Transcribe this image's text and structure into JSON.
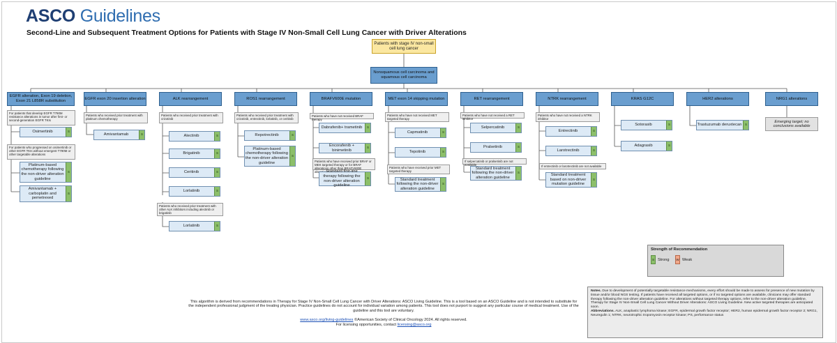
{
  "header": {
    "logo_brand": "ASCO",
    "logo_word": "Guidelines",
    "title": "Second-Line and Subsequent Treatment Options for Patients with Stage IV Non-Small Cell Lung Cancer with Driver Alterations"
  },
  "root": {
    "label": "Patients with stage IV non-small cell lung cancer"
  },
  "histology": {
    "label": "Nonsquamous cell carcinoma and squamous cell carcinoma"
  },
  "categories": {
    "egfr": "EGFR alteration, Exon 19 deletion, Exon 21 L858R substitution",
    "egfr20": "EGFR exon 20 insertion alteration",
    "alk": "ALK rearrangement",
    "ros1": "ROS1 rearrangement",
    "braf": "BRAFV600E mutation",
    "met": "MET exon 14 skipping mutation",
    "ret": "RET rearrangement",
    "ntrk": "NTRK rearrangement",
    "kras": "KRAS G12C",
    "her2": "HER2 alterations",
    "nrg1": "NRG1 alterations"
  },
  "notes": {
    "egfr_a": "For patients that develop EGFR T790M resistance alterations in tumor after first- or second-generation EGFR TKIs",
    "egfr_b": "For patients who progressed on osimertinib or other EGFR TKIs without emergent T790M or other targetable alterations",
    "egfr20": "Patients who received prior treatment with platinum chemotherapy",
    "alk_a": "Patients who received prior treatment with crizotinib",
    "alk_b": "Patients who received prior treatment with other ALK inhibitors including alectinib or brigatinib",
    "ros1": "Patients who received prior treatment with crizotinib, entrectinib, lorlatinib, or ceritinib",
    "braf_a": "Patients who have not received BRAF therapy",
    "braf_b": "Patients who have received prior BRAF or MEK targeted therapy or for BRAF alterations other than BRAFV600E alterations",
    "met_a": "Patients who have not received MET targeted therapy",
    "met_b": "Patients who have received prior MET targeted therapy",
    "ret_a": "Patients who have not received a RET inhibitor",
    "ret_b": "If selpercatinib or pralsetinib are not available",
    "ntrk_a": "Patients who have not received a NTRK inhibitor",
    "ntrk_b": "If entrectinib or larotrectinib are not available"
  },
  "drugs": {
    "osimertinib": "Osimertinib",
    "platinum_egfr": "Platinum-based chemotherapy following the non-driver alteration guideline",
    "amivantamab_combo": "Amivantamab + carboplatin and pemetrexed",
    "amivantamab": "Amivantamab",
    "alectinib": "Alectinib",
    "brigatinib": "Brigatinib",
    "ceritinib": "Ceritinib",
    "lorlatinib_a": "Lorlatinib",
    "lorlatinib_b": "Lorlatinib",
    "repotrectinib": "Repotrectinib",
    "platinum_ros1": "Platinum-based chemotherapy following the non-driver alteration guideline",
    "dabrafenib": "Dabrafenib+ trametinib",
    "encorafenib": "Encorafenib + binimetinib",
    "standard_braf": "Standard first-line therapy following the non-driver alteration guideline",
    "capmatinib": "Capmatinib",
    "tepotinib": "Tepotinib",
    "standard_met": "Standard treatment following the non-driver alteration guideline",
    "selpercatinib": "Selpercatinib",
    "pralsetinib": "Pralsetinib",
    "standard_ret": "Standard treatment following the non-driver alteration guideline",
    "entrectinib": "Entrectinib",
    "larotrectinib": "Larotrectinib",
    "standard_ntrk": "Standard treatment based on non-driver mutation guideline",
    "sotorasib": "Sotorasib",
    "adagrasib": "Adagrasib",
    "trastuzumab": "Trastuzumab deruxtecan"
  },
  "strength_badge": "S",
  "emerging": "Emerging target; no conclusions available",
  "legend": {
    "title": "Strength of Recommendation",
    "strong_badge": "S",
    "strong": "Strong",
    "weak_badge": "W",
    "weak": "Weak"
  },
  "disclaimer": "This algorithm is derived from recommendations in Therapy for Stage IV Non-Small Cell Lung Cancer with Driver Alterations: ASCO Living Guideline. This is a tool based on an ASCO Guideline and is not intended to substitute for the independent professional judgment of the treating physician. Practice guidelines do not account for individual variation among patients. This tool does not purport to suggest any particular course of medical treatment. Use of the guideline and this tool are voluntary.",
  "footer": {
    "url": "www.asco.org/living-guidelines",
    "copyright": "©American Society of Clinical Oncology 2024.  All rights reserved.",
    "licensing_prefix": "For licensing opportunities, contact",
    "licensing_email": "licensing@asco.org"
  },
  "notes_box": {
    "notes_label": "Notes.",
    "notes_text": "Due to development of potentially targetable resistance mechanisms, every effort should be made to assess for presence of new mutation by tissue and/or blood NGS testing. If patients have received all targeted options, or if no targeted options are available, clinicians may offer standard therapy following the non-driver alteration guideline. For alterations without targeted therapy options, refer to the non-driver alteration guideline, Therapy for Stage IV Non-Small Cell Lung Cancer Without Driver Alterations: ASCO Living Guideline. New active targeted therapies are anticipated soon.",
    "abbrev_label": "Abbreviations.",
    "abbrev_text": "ALK, anaplastic lymphoma kinase; EGFR, epidermal growth factor receptor; HER2, human epidermal growth factor receptor 2; NRG1, Neuregulin 1; NTRK, neurotrophic tropomyosin receptor kinase; PS, performance status"
  }
}
